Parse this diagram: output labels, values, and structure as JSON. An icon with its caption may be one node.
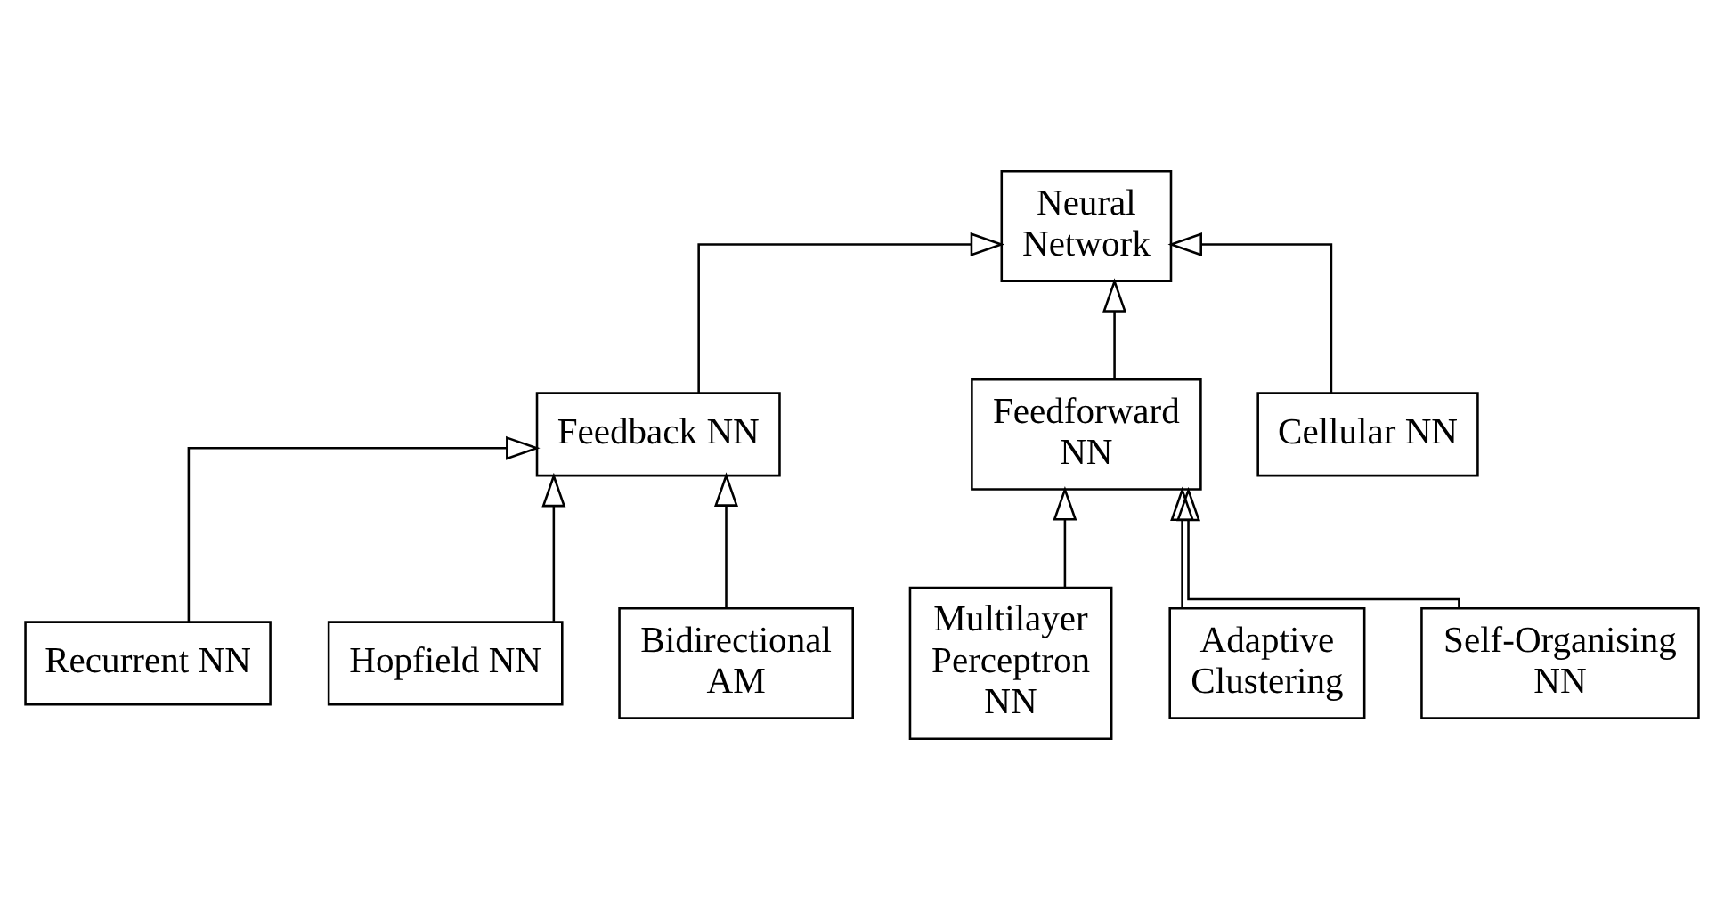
{
  "diagram": {
    "nodes": [
      {
        "text": [
          "Neural Network"
        ]
      },
      {
        "text": [
          "Feedback NN"
        ]
      },
      {
        "text": [
          "Feedforward NN"
        ]
      },
      {
        "text": [
          "Cellular NN"
        ]
      },
      {
        "text": [
          "Recurrent NN"
        ]
      },
      {
        "text": [
          "Hopfield NN"
        ]
      },
      {
        "text": [
          "Bidirectional AM"
        ]
      },
      {
        "text": [
          "Multilayer Perceptron NN"
        ]
      },
      {
        "text": [
          "Adaptive Clustering"
        ]
      },
      {
        "text": [
          "Self-Organising NN"
        ]
      }
    ],
    "edges": [
      {
        "from": 1,
        "to": 0,
        "arrow": "to"
      },
      {
        "from": 2,
        "to": 0,
        "arrow": "to"
      },
      {
        "from": 3,
        "to": 0,
        "arrow": "to"
      },
      {
        "from": 4,
        "to": 1,
        "arrow": "to"
      },
      {
        "from": 5,
        "to": 1,
        "arrow": "to"
      },
      {
        "from": 6,
        "to": 1,
        "arrow": "to"
      },
      {
        "from": 7,
        "to": 2,
        "arrow": "to"
      },
      {
        "from": 8,
        "to": 2,
        "arrow": "to"
      },
      {
        "from": 9,
        "to": 2,
        "arrow": "to"
      }
    ]
  }
}
